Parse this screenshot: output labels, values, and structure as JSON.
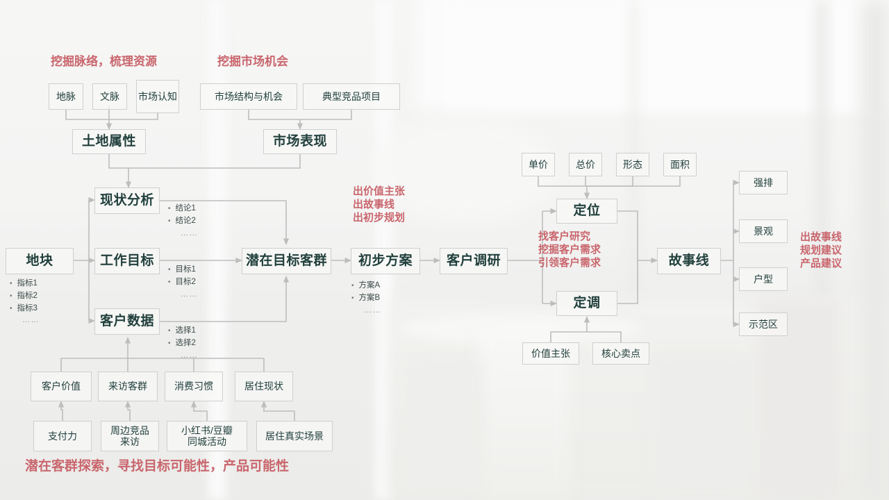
{
  "colors": {
    "accent_red": "#c9666d",
    "node_text": "#21403c",
    "line": "#bdbdbd",
    "border": "#cfcfcf"
  },
  "callouts": {
    "top_left": "挖掘脉络，梳理资源",
    "top_mid": "挖掘市场机会",
    "center": "出价值主张\n出故事线\n出初步规划",
    "right_mid": "找客户研究\n挖掘客户需求\n引领客户需求",
    "far_right": "出故事线\n规划建议\n产品建议",
    "footer": "潜在客群探索，寻找目标可能性，产品可能性"
  },
  "nodes": {
    "dimai": "地脉",
    "wenmai": "文脉",
    "shichangrenzhi": "市场认知",
    "shichangjiegou": "市场结构与机会",
    "dianxingjingpin": "典型竞品项目",
    "tudishuxing": "土地属性",
    "shichangbiaoxian": "市场表现",
    "xianzhuangfenxi": "现状分析",
    "gongzuomubiao": "工作目标",
    "kehushuju": "客户数据",
    "dikuai": "地块",
    "qianzaimubiao": "潜在目标客群",
    "chubufangan": "初步方案",
    "kehudiaoyan": "客户调研",
    "danjia": "单价",
    "zongjia": "总价",
    "xingtai": "形态",
    "mianji": "面积",
    "dingwei": "定位",
    "diaodiao": "定调",
    "jiazhizhuzhang": "价值主张",
    "hexinmaidian": "核心卖点",
    "gushixian": "故事线",
    "qiangpai": "强排",
    "jingguan": "景观",
    "huxing": "户型",
    "shifanqu": "示范区",
    "kehujiazhi": "客户价值",
    "laifangkequn": "来访客群",
    "xiaofeixiguan": "消费习惯",
    "juzhuxianzhuang": "居住现状",
    "zhifuli": "支付力",
    "zhoubianjingpin": "周边竞品\n来访",
    "xiaohongshu": "小红书/豆瓣\n同城活动",
    "juzhuzhenshi": "居住真实场景"
  },
  "bullets": {
    "dikuai": {
      "items": [
        "指标1",
        "指标2",
        "指标3"
      ],
      "ellipsis": "……"
    },
    "xianzhuang": {
      "items": [
        "结论1",
        "结论2"
      ],
      "ellipsis": "……"
    },
    "mubiao": {
      "items": [
        "目标1",
        "目标2"
      ],
      "ellipsis": "……"
    },
    "kehushuju": {
      "items": [
        "选择1",
        "选择2"
      ],
      "ellipsis": "……"
    },
    "fangan": {
      "items": [
        "方案A",
        "方案B"
      ],
      "ellipsis": "……"
    }
  }
}
